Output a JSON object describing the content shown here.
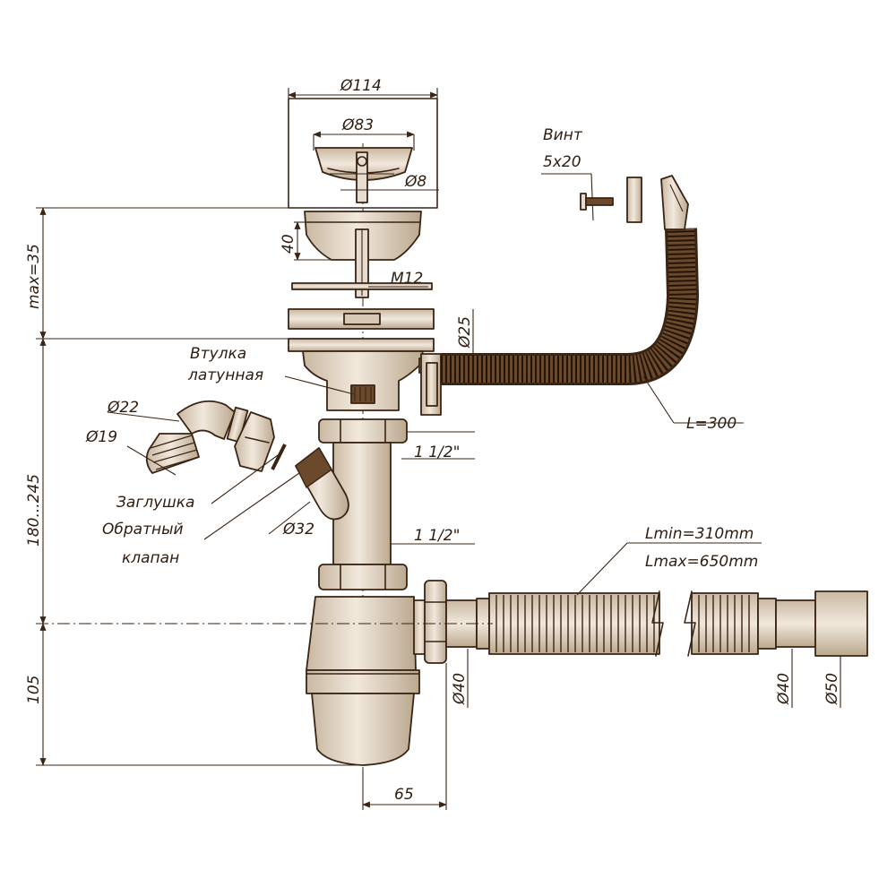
{
  "colors": {
    "ink": "#3a2414",
    "hose_dark": "#5a3a1f",
    "part_fill": "#e2d6c6",
    "part_shade": "#c9b8a2"
  },
  "labels": {
    "d114": "Ø114",
    "d83": "Ø83",
    "d8": "Ø8",
    "h40": "40",
    "m12": "M12",
    "d25": "Ø25",
    "max35": "max=35",
    "vtulka_1": "Втулка",
    "vtulka_2": "латунная",
    "d22": "Ø22",
    "d19": "Ø19",
    "thread1": "1 1/2\"",
    "thread2": "1 1/2\"",
    "zaglushka": "Заглушка",
    "obratny_1": "Обратный",
    "obratny_2": "клапан",
    "d32": "Ø32",
    "h180_245": "180...245",
    "l300": "L=300",
    "vint_1": "Винт",
    "vint_2": "5x20",
    "lmin": "Lmin=310mm",
    "lmax": "Lmax=650mm",
    "h105": "105",
    "d40a": "Ø40",
    "d40b": "Ø40",
    "d50": "Ø50",
    "w65": "65"
  }
}
